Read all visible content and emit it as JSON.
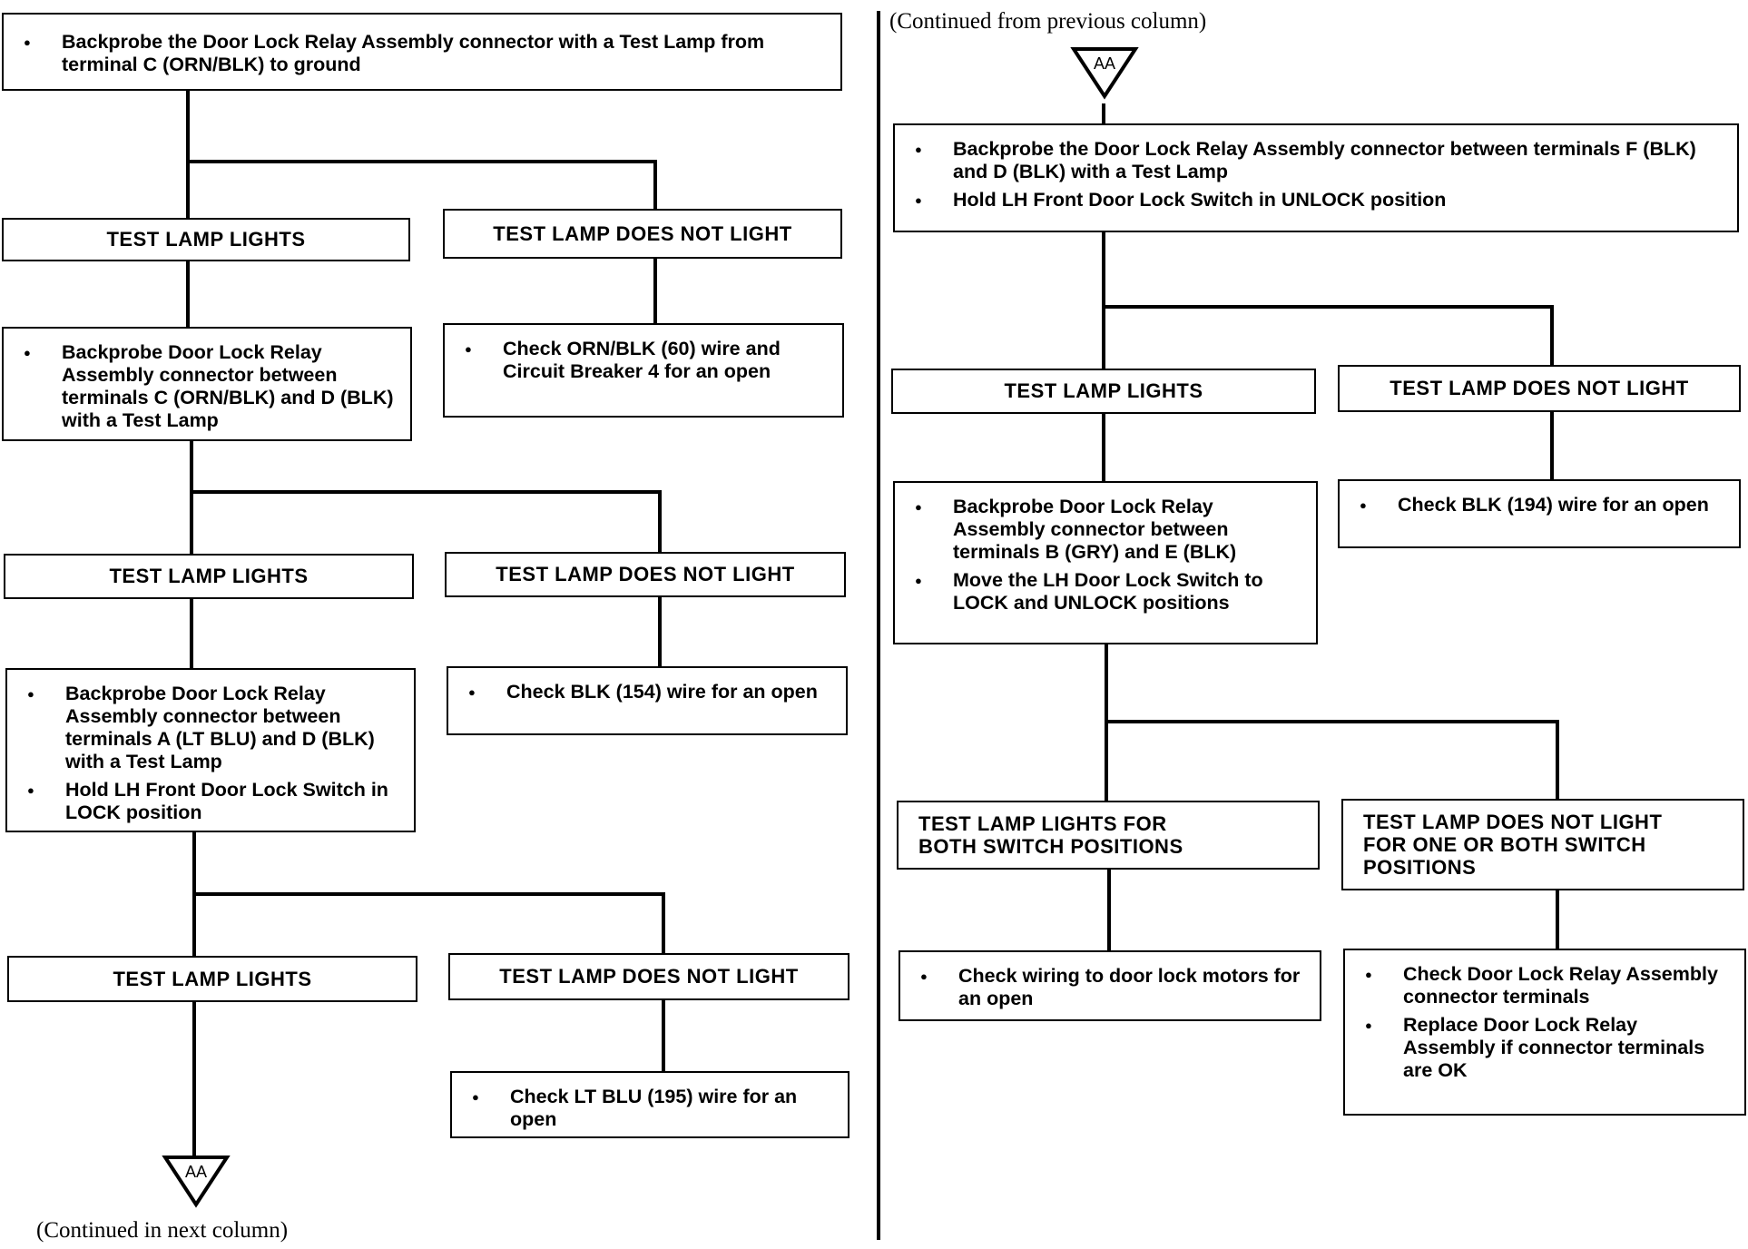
{
  "connector_label": "AA",
  "left": {
    "start": [
      "Backprobe the Door Lock Relay Assembly connector with a Test Lamp from terminal C (ORN/BLK) to ground"
    ],
    "lights1": "TEST LAMP LIGHTS",
    "notlight1": "TEST LAMP DOES NOT LIGHT",
    "step2": [
      "Backprobe Door Lock Relay Assembly connector between terminals C (ORN/BLK) and D (BLK) with a Test Lamp"
    ],
    "fix1": [
      "Check ORN/BLK (60) wire and Circuit Breaker 4 for an open"
    ],
    "lights2": "TEST LAMP LIGHTS",
    "notlight2": "TEST LAMP DOES NOT LIGHT",
    "step3": [
      "Backprobe Door Lock Relay Assembly connector between terminals A (LT BLU) and D (BLK) with a Test Lamp",
      "Hold LH Front Door Lock Switch in LOCK position"
    ],
    "fix2": [
      "Check BLK (154) wire for an open"
    ],
    "lights3": "TEST LAMP LIGHTS",
    "notlight3": "TEST LAMP DOES NOT LIGHT",
    "fix3": [
      "Check LT BLU (195) wire for an open"
    ],
    "continued": "(Continued in next column)"
  },
  "right": {
    "continued": "(Continued from previous column)",
    "step1": [
      "Backprobe the Door Lock Relay Assembly connector between terminals F (BLK) and D (BLK) with a Test Lamp",
      "Hold LH Front Door Lock Switch in UNLOCK position"
    ],
    "lights1": "TEST LAMP LIGHTS",
    "notlight1": "TEST LAMP DOES NOT LIGHT",
    "step2": [
      "Backprobe Door Lock Relay Assembly connector between terminals B (GRY) and E (BLK)",
      "Move the LH Door Lock Switch to LOCK and UNLOCK positions"
    ],
    "fix1": [
      "Check BLK (194) wire  for an open"
    ],
    "lights_both": "TEST LAMP LIGHTS FOR BOTH SWITCH POSITIONS",
    "notlight_some": "TEST LAMP DOES NOT LIGHT FOR ONE OR BOTH SWITCH POSITIONS",
    "fix2": [
      "Check wiring to door lock motors for an open"
    ],
    "fix3": [
      "Check Door Lock Relay Assembly connector terminals",
      "Replace Door Lock Relay Assembly if connector terminals are OK"
    ]
  }
}
